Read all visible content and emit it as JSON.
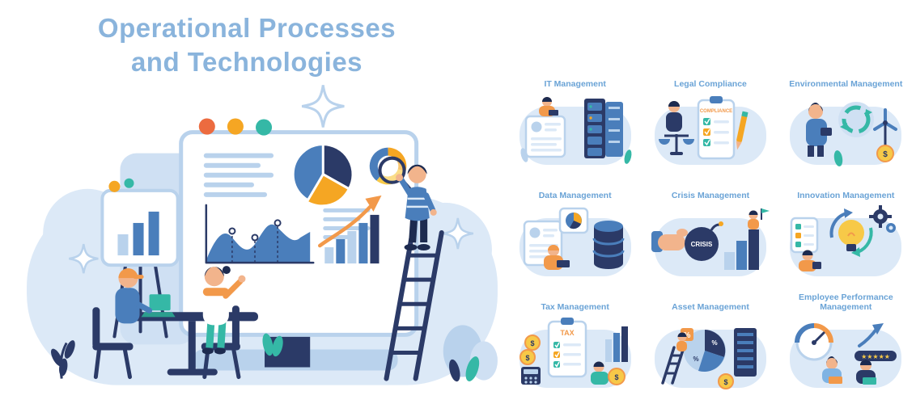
{
  "title": {
    "line1": "Operational Processes",
    "line2": "and Technologies"
  },
  "tiles": [
    {
      "id": "it-management",
      "label": "IT Management"
    },
    {
      "id": "legal-compliance",
      "label": "Legal Compliance",
      "clipboard_title": "COMPLIANCE"
    },
    {
      "id": "environmental-management",
      "label": "Environmental Management"
    },
    {
      "id": "data-management",
      "label": "Data Management"
    },
    {
      "id": "crisis-management",
      "label": "Crisis Management",
      "ball_text": "CRISIS"
    },
    {
      "id": "innovation-management",
      "label": "Innovation Management"
    },
    {
      "id": "tax-management",
      "label": "Tax Management",
      "clipboard_title": "TAX"
    },
    {
      "id": "asset-management",
      "label": "Asset Management"
    },
    {
      "id": "employee-performance",
      "label": "Employee Performance Management",
      "stars": "★★★★★"
    }
  ],
  "symbols": {
    "currency": "$",
    "percent": "%"
  },
  "palette": {
    "title_blue": "#8ab4dc",
    "label_blue": "#6aa3d6",
    "navy": "#2b3a67",
    "dark_navy": "#1d2b50",
    "blue": "#4a7ebb",
    "light_blue": "#b9d2ec",
    "pale_blue": "#dce9f7",
    "orange": "#f2994a",
    "amber": "#f5a623",
    "yellow": "#f7c948",
    "teal": "#35b8a6",
    "red_orange": "#ec6b3f",
    "skin": "#f2b48c"
  }
}
